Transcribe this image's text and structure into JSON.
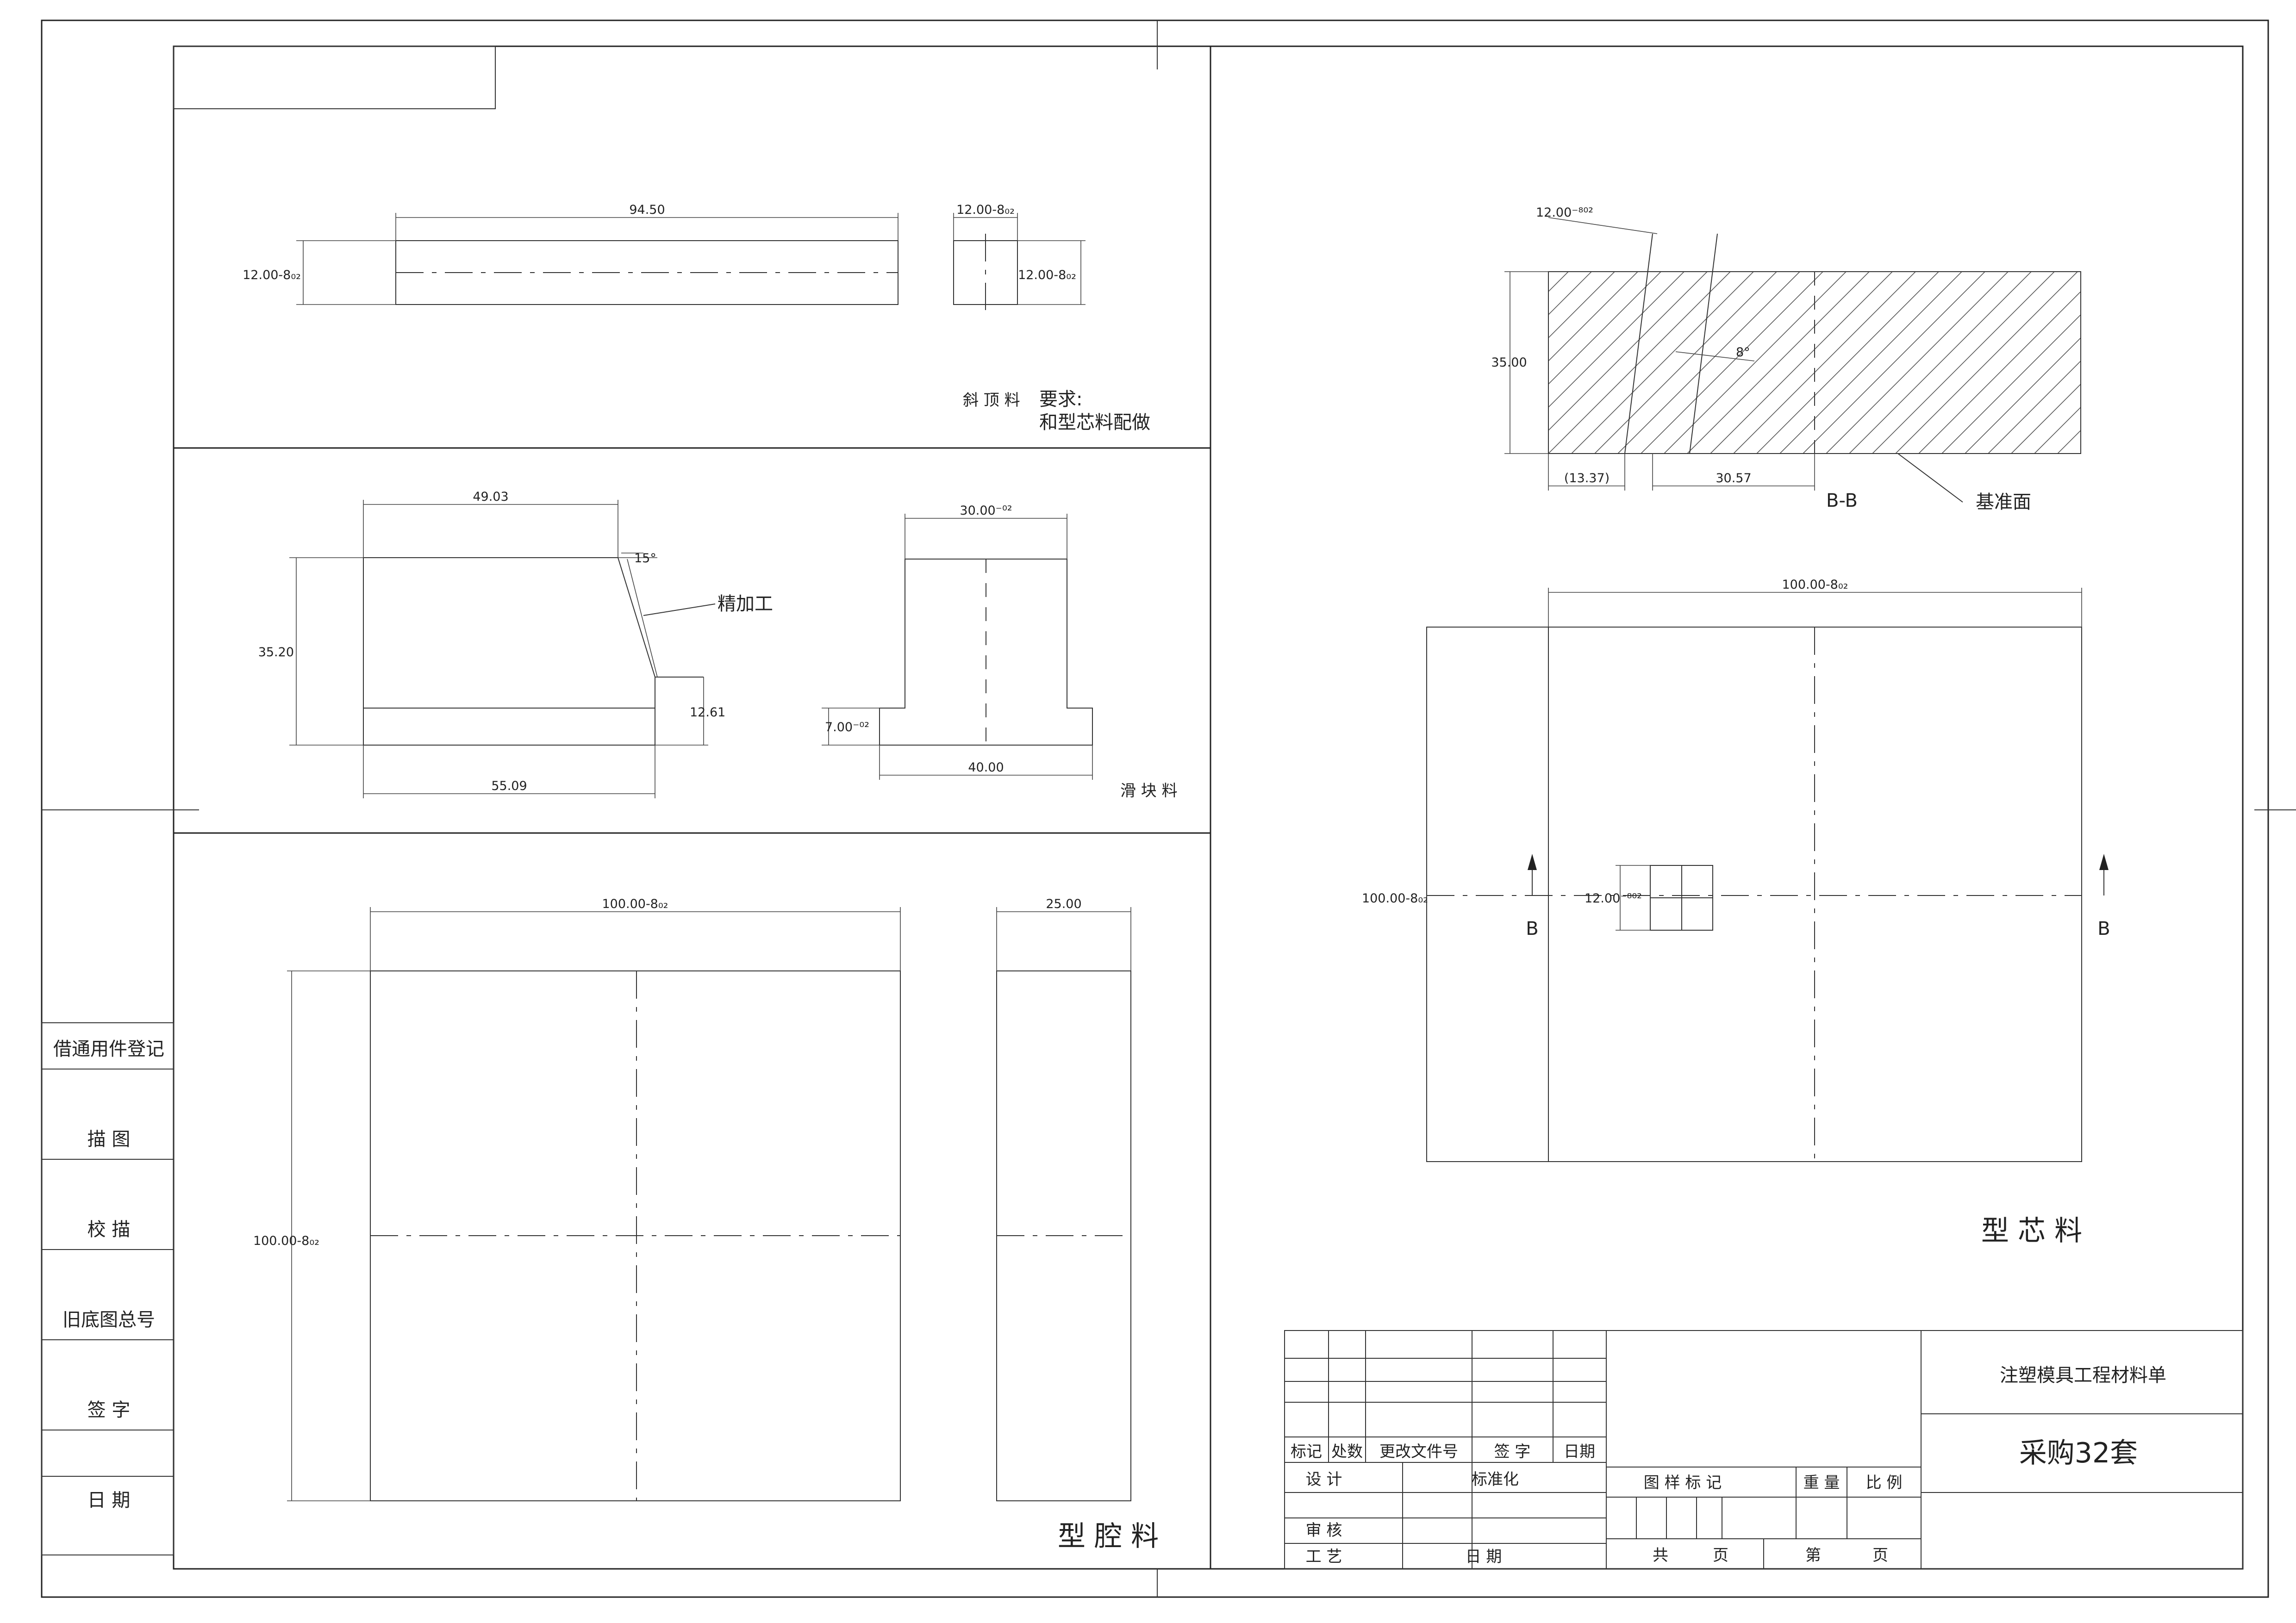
{
  "top_view": {
    "length": "94.50",
    "height": "12.00-8₀₂",
    "end_width": "12.00-8₀₂",
    "end_height": "12.00-8₀₂",
    "note_label": "斜 顶 料",
    "note_req": "要求:",
    "note_text": "和型芯料配做"
  },
  "slider_view": {
    "top_length": "49.03",
    "angle": "15°",
    "finish_label": "精加工",
    "height": "35.20",
    "step_height": "12.61",
    "bottom_length": "55.09",
    "t_width": "30.00⁻⁰²",
    "t_flange": "7.00⁻⁰²",
    "t_base": "40.00",
    "caption": "滑 块 料"
  },
  "cavity_view": {
    "width": "100.00-8₀₂",
    "height": "100.00-8₀₂",
    "thickness": "25.00",
    "caption": "型 腔 料"
  },
  "section_view": {
    "hole_dim": "12.00⁻⁸⁰²",
    "height": "35.00",
    "angle": "8°",
    "left_dim": "(13.37)",
    "right_dim": "30.57",
    "section_label": "B-B",
    "datum_label": "基准面"
  },
  "core_view": {
    "width": "100.00-8₀₂",
    "height": "100.00-8₀₂",
    "hole_dim": "12.00⁻⁸⁰²",
    "cut_left": "B",
    "cut_right": "B",
    "caption": "型 芯 料"
  },
  "side_panel": {
    "items": [
      "借通用件登记",
      "描 图",
      "校 描",
      "旧底图总号",
      "签 字",
      "日 期"
    ]
  },
  "title_block": {
    "title": "注塑模具工程材料单",
    "subtitle": "采购32套",
    "rev_headers": [
      "标记",
      "处数",
      "更改文件号",
      "签 字",
      "日期"
    ],
    "design": "设 计",
    "standard": "标准化",
    "review": "审 核",
    "process": "工 艺",
    "date": "日 期",
    "sample_mark": "图 样 标 记",
    "weight": "重 量",
    "scale": "比 例",
    "total": "共",
    "page_unit": "页",
    "sheet": "第",
    "page_unit2": "页"
  }
}
